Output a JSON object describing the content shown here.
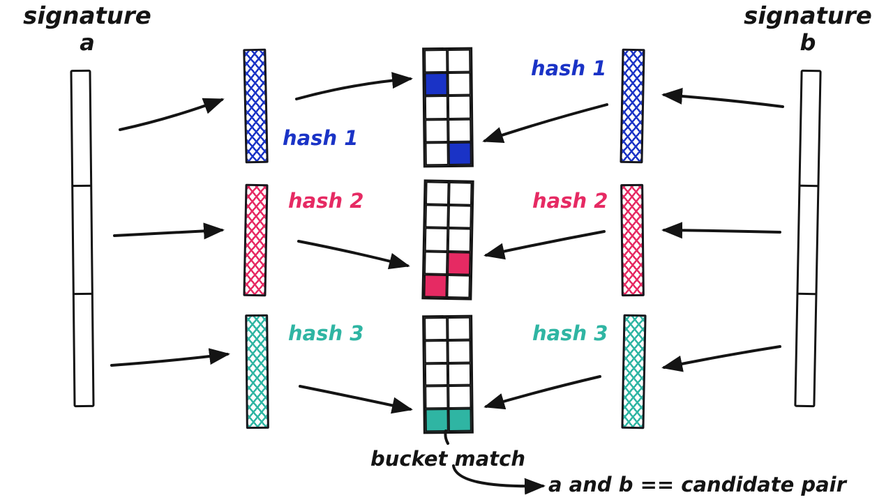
{
  "labels": {
    "signature_a": "signature",
    "signature_a_sub": "a",
    "signature_b": "signature",
    "signature_b_sub": "b",
    "bucket_match": "bucket match",
    "candidate_pair": "a and b == candidate pair"
  },
  "colors": {
    "ink": "#141414",
    "hash1": "#1a33c6",
    "hash2": "#e62a63",
    "hash3": "#2fb5a3"
  },
  "hashes": [
    {
      "label": "hash 1"
    },
    {
      "label": "hash 2"
    },
    {
      "label": "hash 3"
    }
  ],
  "grids": [
    {
      "rows": 5,
      "cols": 2,
      "filled": [
        [
          1,
          0
        ],
        [
          4,
          1
        ]
      ],
      "fill_color": "#1a33c6"
    },
    {
      "rows": 5,
      "cols": 2,
      "filled": [
        [
          3,
          1
        ],
        [
          4,
          0
        ]
      ],
      "fill_color": "#e62a63"
    },
    {
      "rows": 5,
      "cols": 2,
      "filled": [
        [
          4,
          0
        ],
        [
          4,
          1
        ]
      ],
      "fill_color": "#2fb5a3"
    }
  ]
}
